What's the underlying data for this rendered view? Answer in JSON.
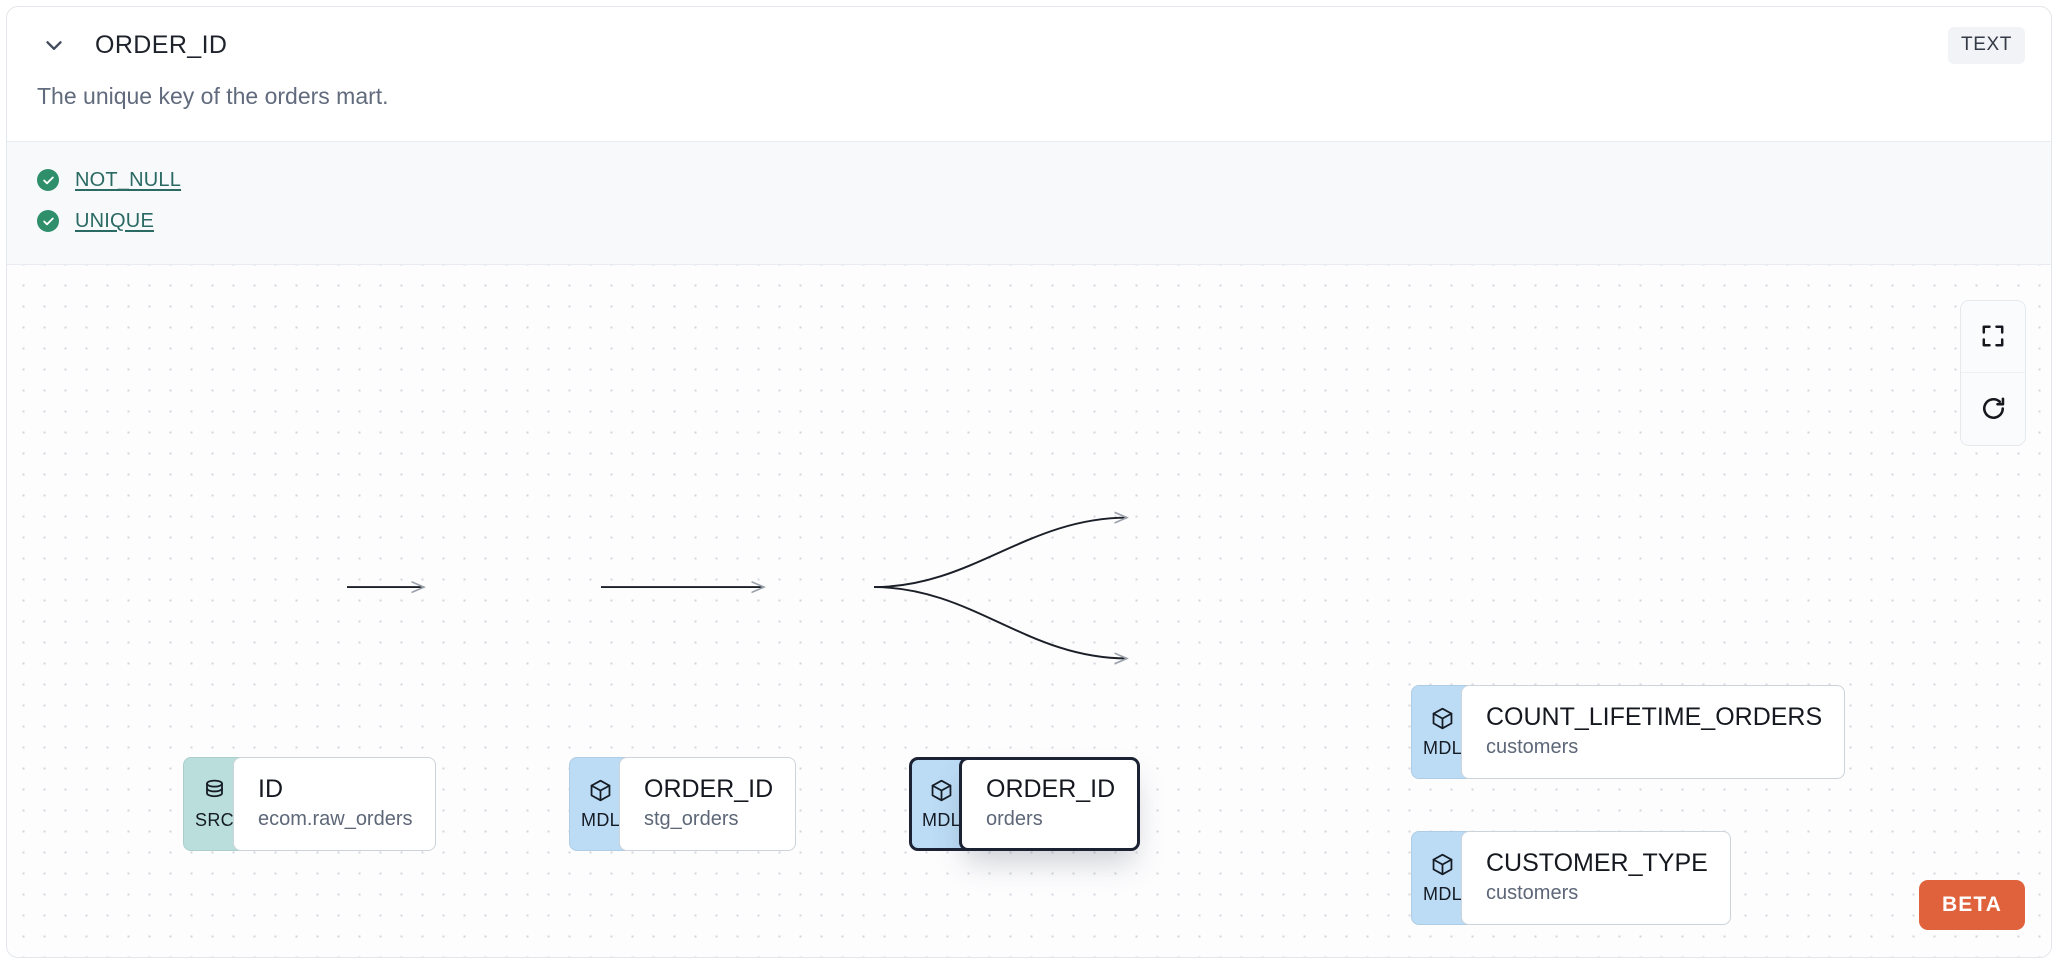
{
  "header": {
    "collapse_icon": "chevron-down-icon",
    "column_name": "ORDER_ID",
    "data_type_badge": "TEXT"
  },
  "description": "The unique key of the orders mart.",
  "tests": {
    "items": [
      {
        "icon": "check-circle-icon",
        "label": "NOT_NULL",
        "status": "pass"
      },
      {
        "icon": "check-circle-icon",
        "label": "UNIQUE",
        "status": "pass"
      }
    ]
  },
  "lineage": {
    "controls": [
      {
        "icon": "fullscreen-icon",
        "name": "fit-view-button"
      },
      {
        "icon": "refresh-icon",
        "name": "reload-button"
      }
    ],
    "beta_label": "BETA",
    "nodes": [
      {
        "id": "src",
        "badge": "SRC",
        "badge_icon": "database-icon",
        "name": "ID",
        "resource": "ecom.raw_orders",
        "selected": false
      },
      {
        "id": "stg",
        "badge": "MDL",
        "badge_icon": "cube-icon",
        "name": "ORDER_ID",
        "resource": "stg_orders",
        "selected": false
      },
      {
        "id": "orders",
        "badge": "MDL",
        "badge_icon": "cube-icon",
        "name": "ORDER_ID",
        "resource": "orders",
        "selected": true
      },
      {
        "id": "count",
        "badge": "MDL",
        "badge_icon": "cube-icon",
        "name": "COUNT_LIFETIME_ORDERS",
        "resource": "customers",
        "selected": false
      },
      {
        "id": "custtype",
        "badge": "MDL",
        "badge_icon": "cube-icon",
        "name": "CUSTOMER_TYPE",
        "resource": "customers",
        "selected": false
      }
    ],
    "edges": [
      {
        "from": "src",
        "to": "stg"
      },
      {
        "from": "stg",
        "to": "orders"
      },
      {
        "from": "orders",
        "to": "count"
      },
      {
        "from": "orders",
        "to": "custtype"
      }
    ]
  },
  "colors": {
    "src_badge": "#b9dedb",
    "mdl_badge": "#bcdcf5",
    "test_pass": "#2f8f6b",
    "test_link": "#2b6a63",
    "beta": "#e0623c",
    "selected_border": "#1b2233",
    "canvas_dot": "#d2d6dd"
  }
}
